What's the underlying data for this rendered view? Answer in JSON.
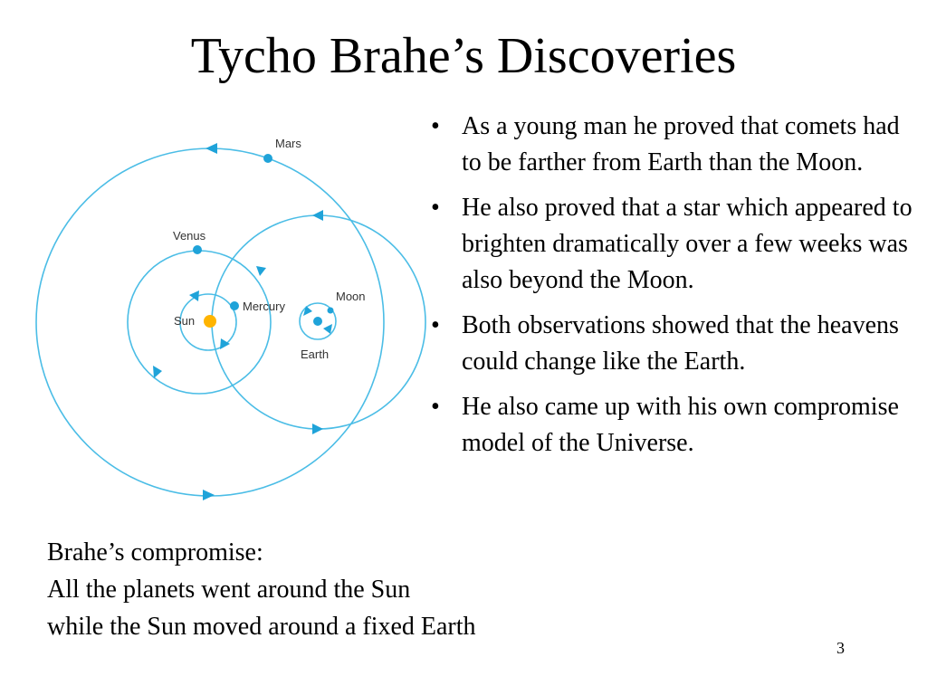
{
  "slide": {
    "title": "Tycho Brahe’s Discoveries",
    "page_number": "3"
  },
  "diagram": {
    "labels": {
      "mars": "Mars",
      "venus": "Venus",
      "mercury": "Mercury",
      "sun": "Sun",
      "moon": "Moon",
      "earth": "Earth"
    },
    "colors": {
      "orbit": "#4bbde6",
      "planet": "#1fa3d9",
      "sun": "#ffb400"
    }
  },
  "bullets": {
    "marker": "•",
    "items": [
      {
        "text": "As a young man he proved that comets had to be farther from Earth than the Moon."
      },
      {
        "text": "He also proved that a star which appeared to brighten dramatically over a few weeks was also beyond the Moon."
      },
      {
        "text": "Both observations showed that the heavens could change like the Earth."
      },
      {
        "text": "He also came up with his own compromise model of the Universe."
      }
    ]
  },
  "caption": {
    "line1": "Brahe’s compromise:",
    "line2": "All the planets went around the Sun",
    "line3": "while the Sun moved around a fixed Earth"
  }
}
